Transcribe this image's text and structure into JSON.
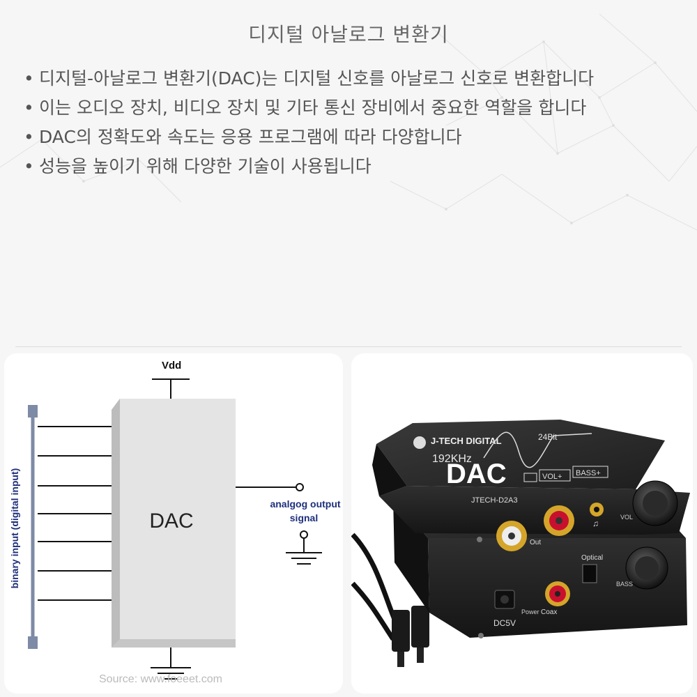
{
  "slide": {
    "title": "디지털 아날로그 변환기",
    "bullet_marker": "•",
    "bullets": [
      "디지털-아날로그 변환기(DAC)는 디지털 신호를 아날로그 신호로 변환합니다",
      "이는 오디오 장치, 비디오 장치 및 기타 통신 장비에서 중요한 역할을 합니다",
      "DAC의 정확도와 속도는 응용 프로그램에 따라 다양합니다",
      "성능을 높이기 위해 다양한 기술이 사용됩니다"
    ]
  },
  "diagram": {
    "supply_label": "Vdd",
    "block_label": "DAC",
    "input_label": "binary input (digital input)",
    "output_label_line1": "analgog output",
    "output_label_line2": "signal",
    "source": "Source: www.foeeet.com"
  },
  "product": {
    "brand": "J-TECH DIGITAL",
    "sample_rate": "192KHz",
    "bit_depth": "24Bit",
    "name": "DAC",
    "model": "JTECH-D2A3",
    "vol_badge": "VOL+",
    "bass_badge": "BASS+",
    "vol_knob_label": "VOL",
    "out_label": "Out",
    "optical_label": "Optical",
    "bass_knob_label": "BASS",
    "power_label": "Power",
    "coax_label": "Coax",
    "dc_label": "DC5V"
  },
  "colors": {
    "title_text": "#666666",
    "bullet_text": "#555555",
    "diagram_line": "#111111",
    "dac_block": "#e4e4e4",
    "input_bus": "#7d8ba6",
    "input_label": "#1e2f7a",
    "output_label": "#1e2f7a",
    "device_body": "#2a2a2a",
    "rca_red": "#c8102e",
    "rca_white": "#eeeeee",
    "rca_gold": "#d4a52a"
  }
}
